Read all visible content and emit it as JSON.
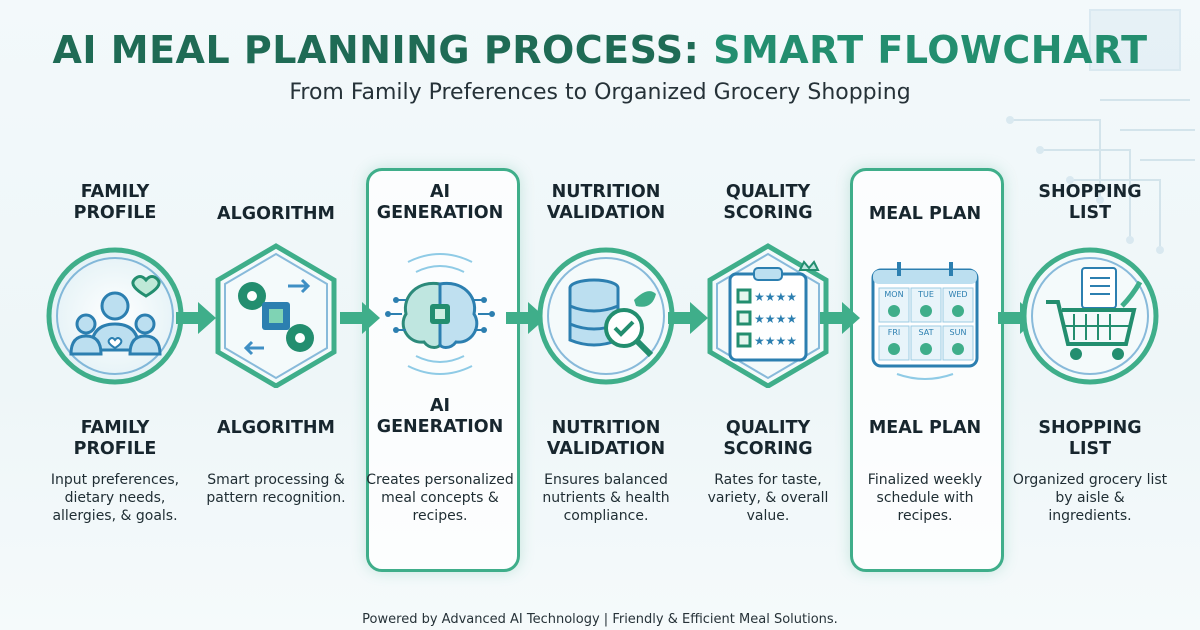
{
  "header": {
    "title_part1": "AI MEAL PLANNING PROCESS:",
    "title_part2": "SMART FLOWCHART",
    "subtitle": "From Family Preferences to Organized Grocery Shopping"
  },
  "steps": [
    {
      "title_line1": "FAMILY",
      "title_line2": "PROFILE",
      "desc": "Input preferences, dietary needs, allergies, & goals.",
      "icon": "family-heart-icon"
    },
    {
      "title_line1": "ALGORITHM",
      "title_line2": "",
      "desc": "Smart processing & pattern recognition.",
      "icon": "gears-chip-icon"
    },
    {
      "title_line1": "AI",
      "title_line2": "GENERATION",
      "desc": "Creates personalized meal concepts & recipes.",
      "icon": "brain-chip-icon"
    },
    {
      "title_line1": "NUTRITION",
      "title_line2": "VALIDATION",
      "desc": "Ensures balanced nutrients & health compliance.",
      "icon": "database-check-icon"
    },
    {
      "title_line1": "QUALITY",
      "title_line2": "SCORING",
      "desc": "Rates for taste, variety, & overall value.",
      "icon": "clipboard-stars-icon"
    },
    {
      "title_line1": "MEAL PLAN",
      "title_line2": "",
      "desc": "Finalized weekly schedule with recipes.",
      "icon": "calendar-meals-icon",
      "days": [
        "MON",
        "TUE",
        "WED",
        "FRI",
        "SAT",
        "SUN"
      ]
    },
    {
      "title_line1": "SHOPPING",
      "title_line2": "LIST",
      "desc": "Organized grocery list by aisle & ingredients.",
      "icon": "shopping-cart-icon"
    }
  ],
  "footer": "Powered by Advanced AI Technology | Friendly & Efficient Meal Solutions.",
  "colors": {
    "primary_green": "#238e6f",
    "dark_green": "#1f6b55",
    "teal": "#3fae8a",
    "blue": "#3f8fc4"
  }
}
